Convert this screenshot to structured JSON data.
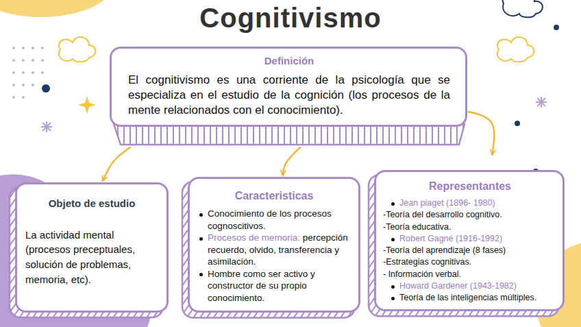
{
  "diagram": {
    "title": "Cognitivismo",
    "nodes": [
      {
        "text": [
          "Definición",
          "El cognitivismo es una corriente de la psicología que se especializa en el estudio de la cognición (los procesos de la mente relacionados con el conocimiento)."
        ]
      },
      {
        "text": [
          "Objeto de estudio",
          "La actividad mental (procesos preceptuales, solución de problemas, memoria, etc)."
        ]
      },
      {
        "text": [
          "Caracteristicas",
          "Conocimiento de los procesos cognoscitivos.",
          "Procesos de memoria:",
          "percepción recuerdo, olvido, transferencia y asimilación.",
          "Hombre como ser activo y constructor de su propio conocimiento."
        ]
      },
      {
        "text": [
          "Representantes",
          "Jean piaget (1896- 1980)",
          "-Teoría del desarrollo cognitivo.",
          "-Teoría educativa.",
          "Robert Gagné (1916-1992)",
          "-Teoría del aprendizaje (8 fases)",
          "-Estrategias cognitivas.",
          "- Información verbal.",
          "Howard Gardener (1943-1982)",
          "Teoría de las inteligencias múltiples."
        ]
      }
    ],
    "edges": [
      {
        "from": 0,
        "to": 1,
        "arrow": "to"
      },
      {
        "from": 0,
        "to": 2,
        "arrow": "to"
      },
      {
        "from": 0,
        "to": 3,
        "arrow": "to"
      }
    ]
  }
}
